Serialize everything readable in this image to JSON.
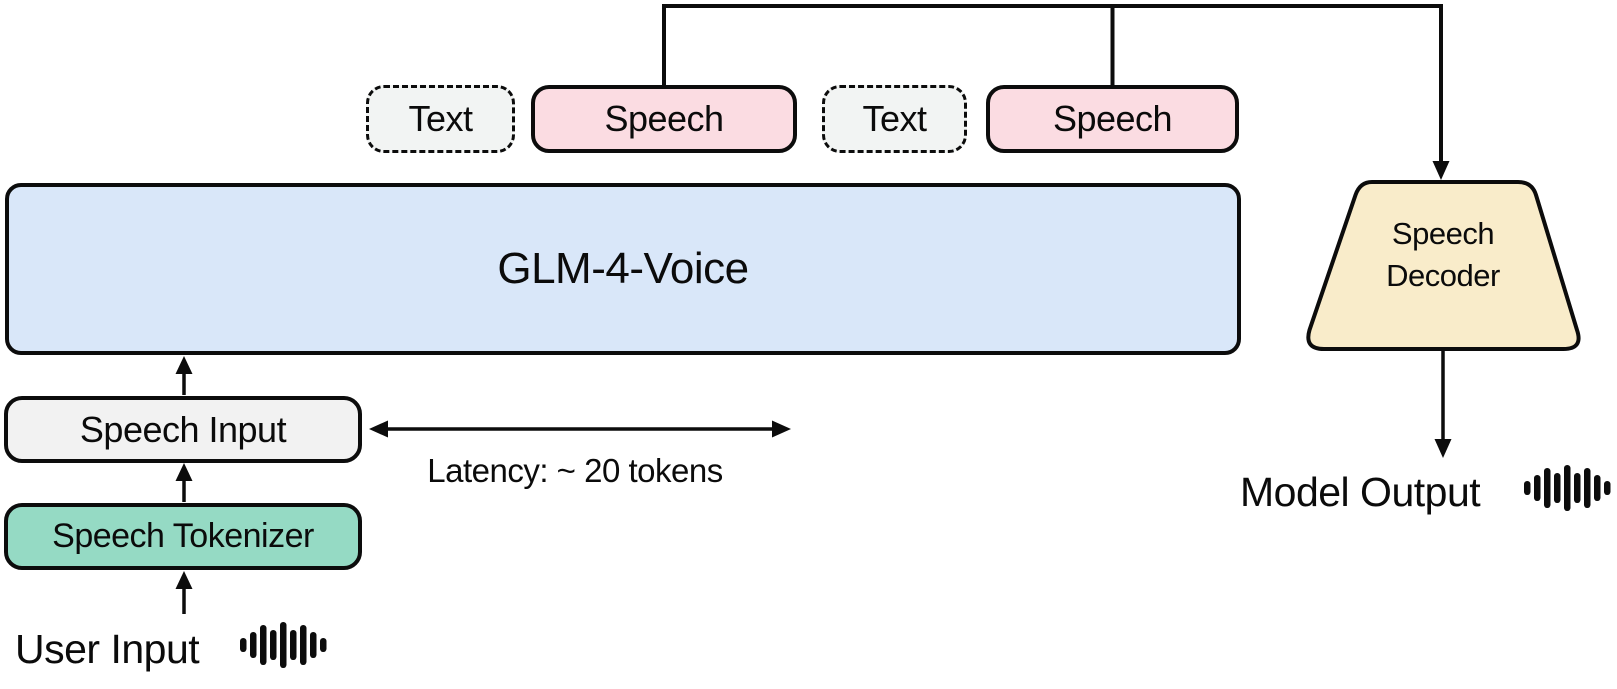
{
  "diagram": {
    "token_row": {
      "tokens": [
        {
          "label": "Text",
          "style": "text"
        },
        {
          "label": "Speech",
          "style": "speech"
        },
        {
          "label": "Text",
          "style": "text"
        },
        {
          "label": "Speech",
          "style": "speech"
        }
      ]
    },
    "model_box": {
      "label": "GLM-4-Voice"
    },
    "speech_input_box": {
      "label": "Speech Input"
    },
    "speech_tokenizer_box": {
      "label": "Speech Tokenizer"
    },
    "speech_decoder": {
      "label": "Speech Decoder"
    },
    "latency_note": {
      "label": "Latency: ~ 20 tokens"
    },
    "user_input": {
      "label": "User Input",
      "icon": "waveform-icon"
    },
    "model_output": {
      "label": "Model Output",
      "icon": "waveform-icon"
    },
    "colors": {
      "speech_token_fill": "#fbdce2",
      "text_token_fill": "#f2f4f3",
      "model_fill": "#d9e7f9",
      "speech_input_fill": "#f2f2f2",
      "tokenizer_fill": "#95dac4",
      "decoder_fill": "#f9ecca",
      "line": "#0c0c0c"
    }
  }
}
